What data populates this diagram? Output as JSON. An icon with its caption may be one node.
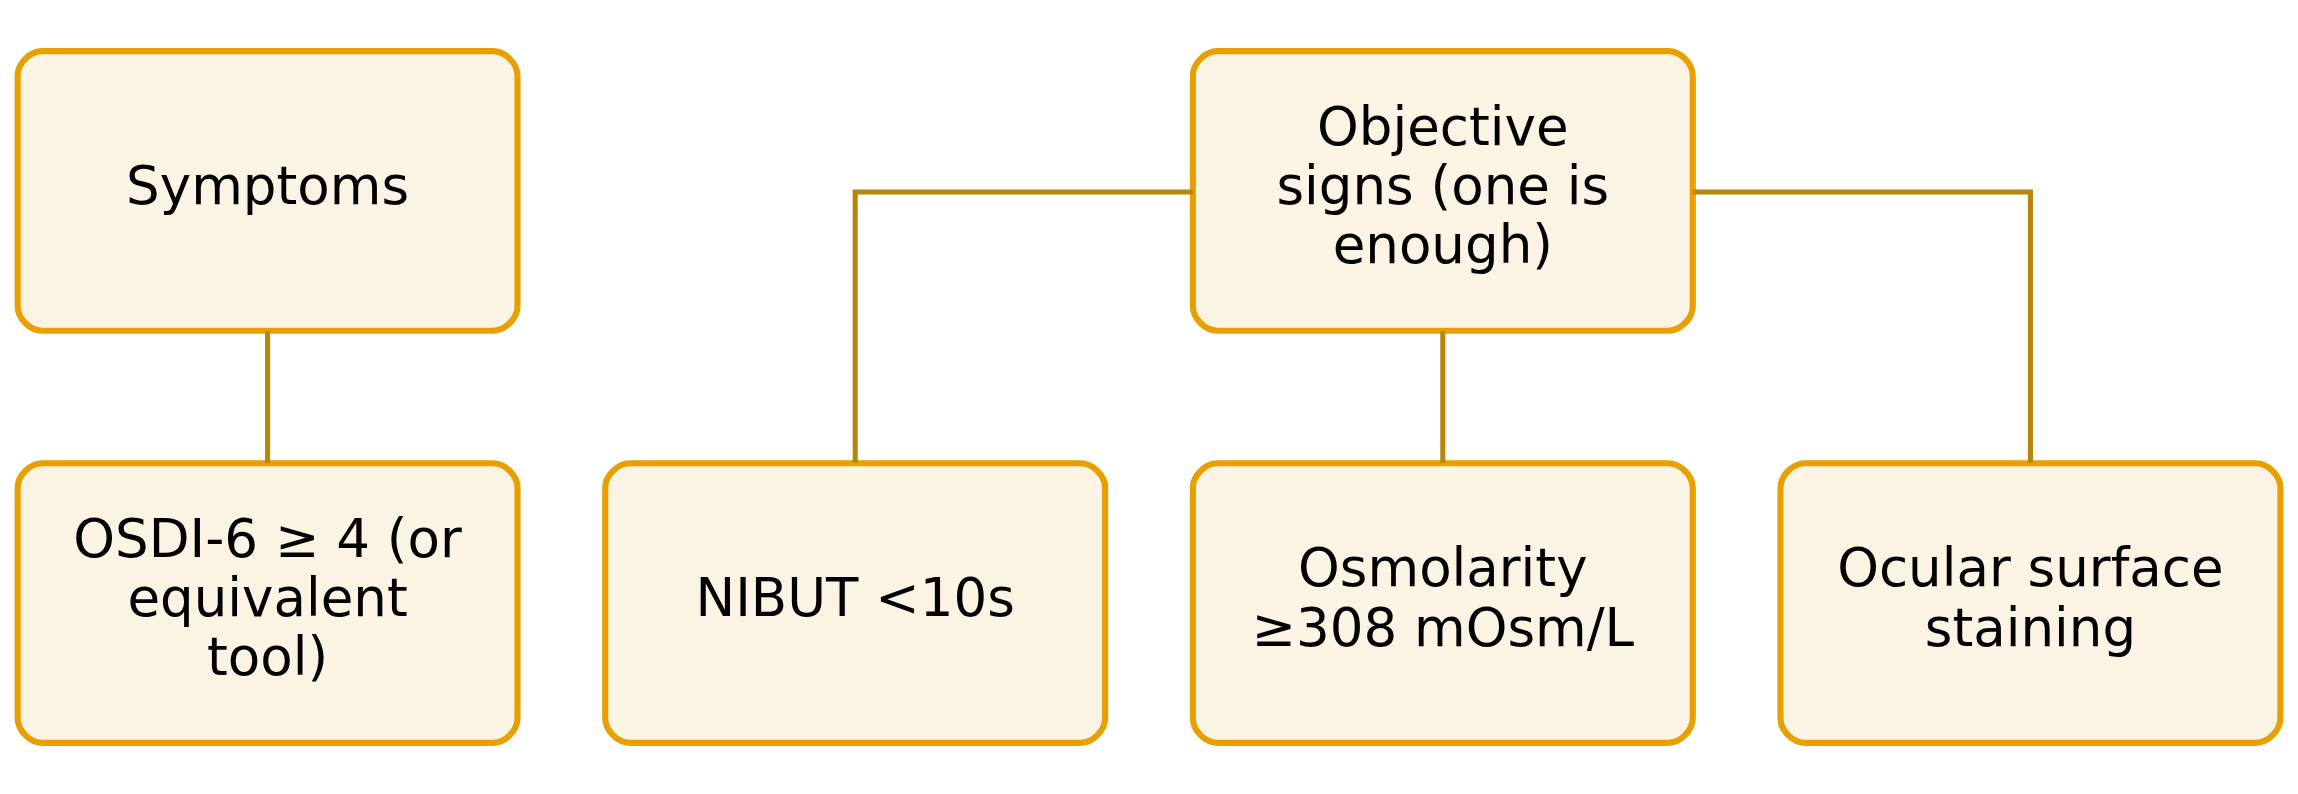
{
  "diagram": {
    "nodes": [
      {
        "text": [
          "Symptoms"
        ]
      },
      {
        "text": [
          "Objective signs (one is enough)"
        ]
      },
      {
        "text": [
          "OSDI-6 ≥ 4 (or equivalent tool)"
        ]
      },
      {
        "text": [
          "NIBUT <10s"
        ]
      },
      {
        "text": [
          "Osmolarity ≥308 mOsm/L"
        ]
      },
      {
        "text": [
          "Ocular surface staining"
        ]
      }
    ],
    "edges": [
      {
        "from": 0,
        "to": 2,
        "arrow": "none"
      },
      {
        "from": 1,
        "to": 3,
        "arrow": "none"
      },
      {
        "from": 1,
        "to": 4,
        "arrow": "none"
      },
      {
        "from": 1,
        "to": 5,
        "arrow": "none"
      }
    ]
  }
}
